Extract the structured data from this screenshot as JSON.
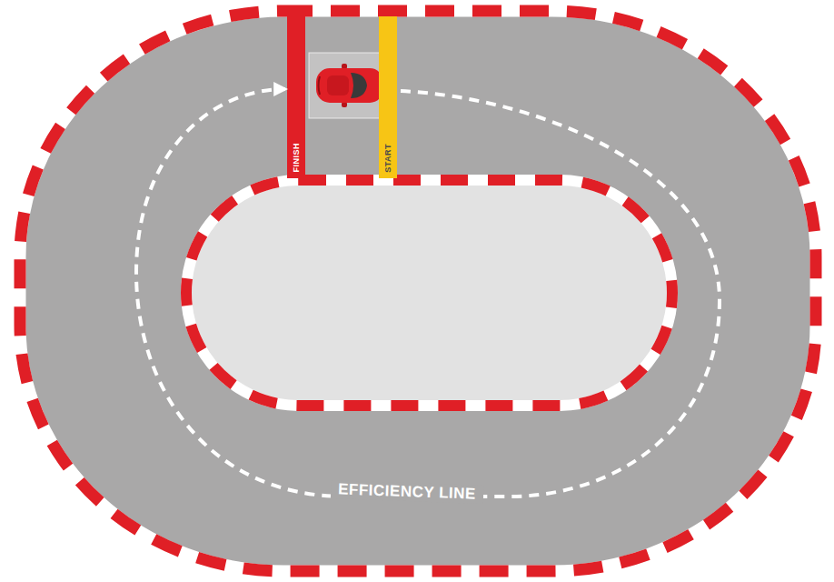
{
  "diagram": {
    "nodes": [
      {
        "text": [
          "FINISH"
        ]
      },
      {
        "text": [
          "START"
        ]
      }
    ],
    "edges": [
      {
        "from": 1,
        "to": 0,
        "arrow": "to",
        "label": "EFFICIENCY LINE"
      }
    ]
  }
}
